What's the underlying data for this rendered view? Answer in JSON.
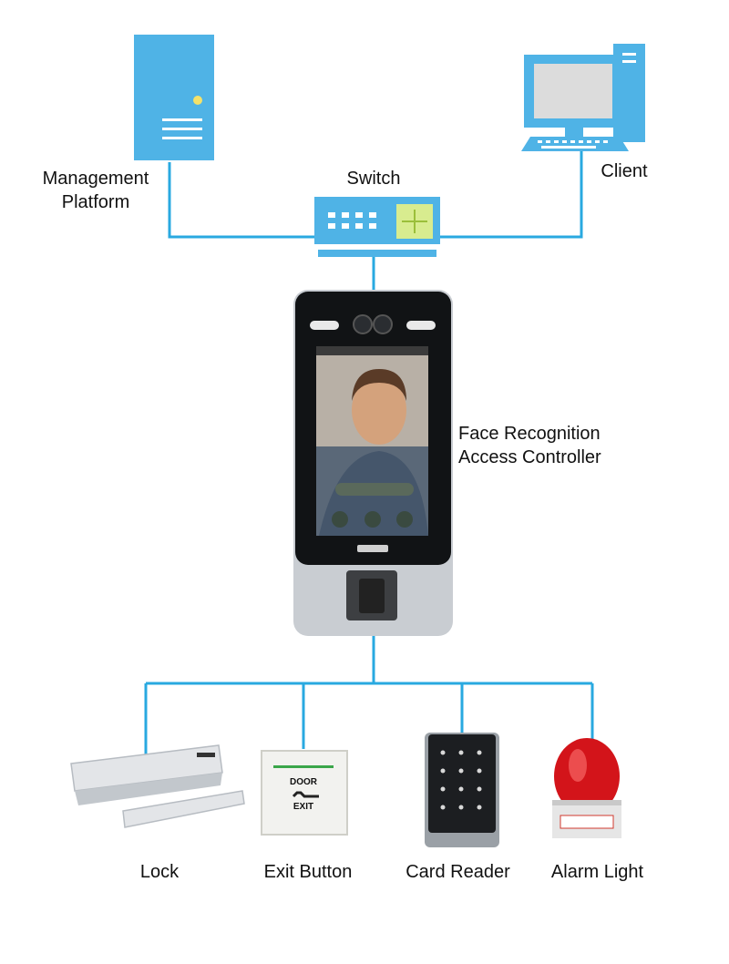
{
  "nodes": {
    "management_platform": "Management\nPlatform",
    "switch": "Switch",
    "client": "Client",
    "controller": "Face Recognition\nAccess Controller",
    "lock": "Lock",
    "exit_button": "Exit Button",
    "card_reader": "Card Reader",
    "alarm_light": "Alarm Light"
  },
  "device_text": {
    "exit_plate_top": "DOOR",
    "exit_plate_bottom": "EXIT"
  },
  "colors": {
    "line": "#29a9e0",
    "device_blue": "#4fb3e6",
    "switch_panel": "#d8ec8f"
  }
}
